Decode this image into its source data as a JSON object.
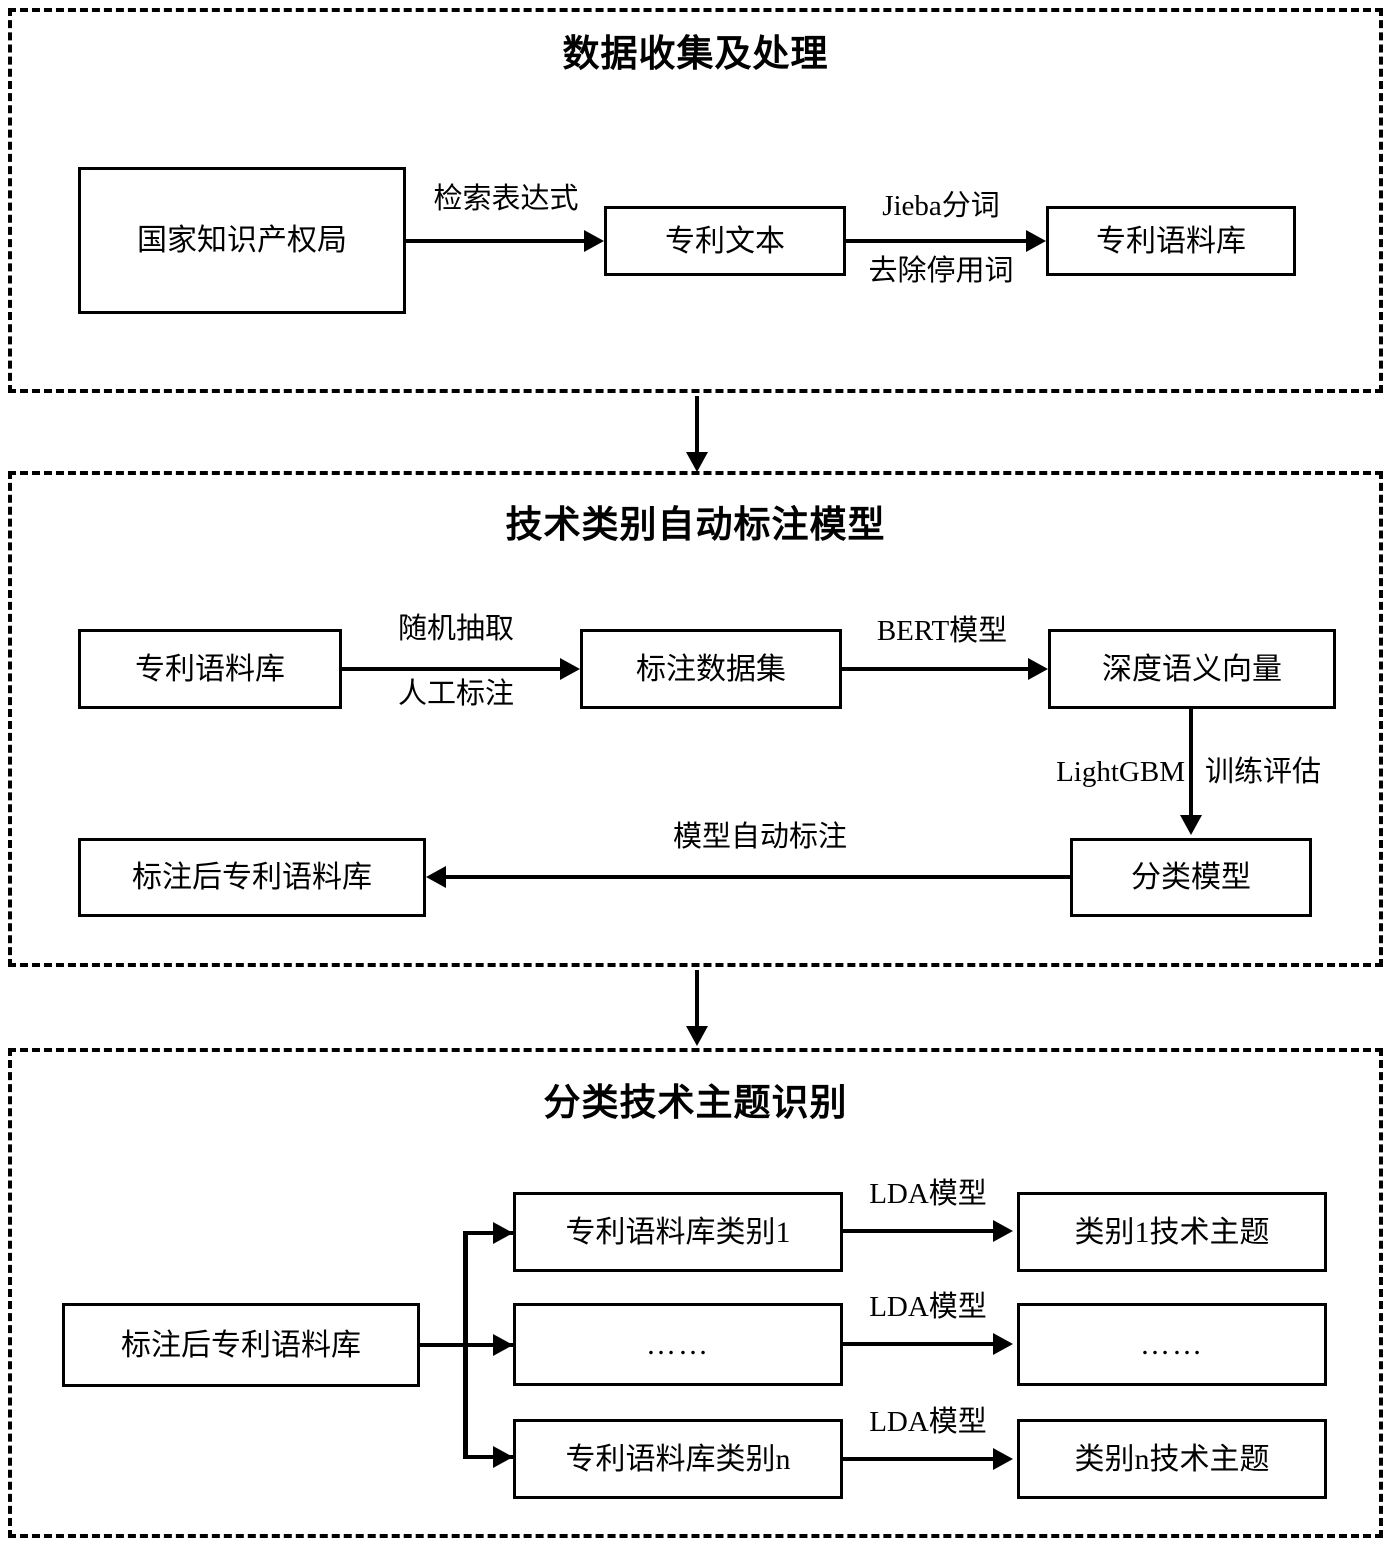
{
  "diagram": {
    "title_visible": false,
    "sections": [
      {
        "id": "data-collection",
        "title": "数据收集及处理",
        "boxes": [
          {
            "id": "s1-b1",
            "label": "国家知识产权局"
          },
          {
            "id": "s1-b2",
            "label": "专利文本"
          },
          {
            "id": "s1-b3",
            "label": "专利语料库"
          }
        ],
        "edges": [
          {
            "id": "s1-e1",
            "label": "检索表达式",
            "from": "s1-b1",
            "to": "s1-b2"
          },
          {
            "id": "s1-e2",
            "label_top": "Jieba分词",
            "label_bottom": "去除停用词",
            "from": "s1-b2",
            "to": "s1-b3"
          }
        ]
      },
      {
        "id": "auto-labeling-model",
        "title": "技术类别自动标注模型",
        "boxes": [
          {
            "id": "s2-b1",
            "label": "专利语料库"
          },
          {
            "id": "s2-b2",
            "label": "标注数据集"
          },
          {
            "id": "s2-b3",
            "label": "深度语义向量"
          },
          {
            "id": "s2-b4",
            "label": "标注后专利语料库"
          },
          {
            "id": "s2-b5",
            "label": "分类模型"
          }
        ],
        "edges": [
          {
            "id": "s2-e1",
            "label_top": "随机抽取",
            "label_bottom": "人工标注",
            "from": "s2-b1",
            "to": "s2-b2"
          },
          {
            "id": "s2-e2",
            "label": "BERT模型",
            "from": "s2-b2",
            "to": "s2-b3"
          },
          {
            "id": "s2-e3",
            "label_left": "LightGBM",
            "label_right": "训练评估",
            "from": "s2-b3",
            "to": "s2-b5"
          },
          {
            "id": "s2-e4",
            "label": "模型自动标注",
            "from": "s2-b5",
            "to": "s2-b4"
          }
        ]
      },
      {
        "id": "topic-identification",
        "title": "分类技术主题识别",
        "boxes": [
          {
            "id": "s3-b0",
            "label": "标注后专利语料库"
          },
          {
            "id": "s3-r1a",
            "label": "专利语料库类别1"
          },
          {
            "id": "s3-r1b",
            "label": "类别1技术主题"
          },
          {
            "id": "s3-r2a",
            "label": "……"
          },
          {
            "id": "s3-r2b",
            "label": "……"
          },
          {
            "id": "s3-r3a",
            "label": "专利语料库类别n"
          },
          {
            "id": "s3-r3b",
            "label": "类别n技术主题"
          }
        ],
        "edges": [
          {
            "id": "s3-e1",
            "label": "LDA模型",
            "from": "s3-r1a",
            "to": "s3-r1b"
          },
          {
            "id": "s3-e2",
            "label": "LDA模型",
            "from": "s3-r2a",
            "to": "s3-r2b"
          },
          {
            "id": "s3-e3",
            "label": "LDA模型",
            "from": "s3-r3a",
            "to": "s3-r3b"
          }
        ]
      }
    ],
    "section_connectors": [
      {
        "id": "conn-1-2",
        "direction": "down"
      },
      {
        "id": "conn-2-3",
        "direction": "down"
      }
    ],
    "colors": {
      "stroke": "#000000",
      "background": "#ffffff"
    }
  }
}
